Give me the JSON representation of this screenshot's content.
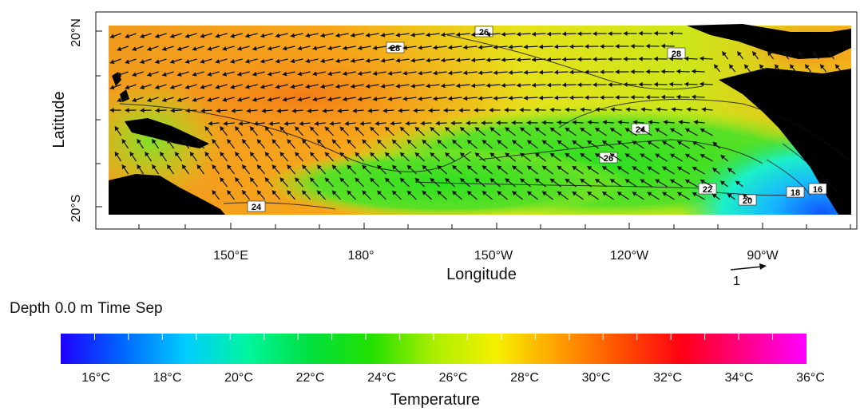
{
  "plot": {
    "x_label": "Longitude",
    "y_label": "Latitude",
    "x_ticks": [
      "150°E",
      "180°",
      "150°W",
      "120°W",
      "90°W"
    ],
    "y_ticks": [
      "20°N",
      "20°S"
    ],
    "vector_reference": "1"
  },
  "contour_labels": [
    "26",
    "28",
    "28",
    "24",
    "26",
    "24",
    "22",
    "20",
    "18",
    "16"
  ],
  "header": {
    "depth_label": "Depth",
    "depth_value": "0.0 m",
    "time_label": "Time",
    "time_value": "Sep"
  },
  "colorbar": {
    "title": "Temperature",
    "ticks": [
      "16°C",
      "18°C",
      "20°C",
      "22°C",
      "24°C",
      "26°C",
      "28°C",
      "30°C",
      "32°C",
      "34°C",
      "36°C"
    ],
    "colors": [
      "#1e00ff",
      "#0066ff",
      "#00ccff",
      "#00f5a0",
      "#00e040",
      "#22e000",
      "#aaee00",
      "#f5f000",
      "#ffa000",
      "#ff5000",
      "#ff0014",
      "#ff0088",
      "#ff00ff"
    ]
  }
}
